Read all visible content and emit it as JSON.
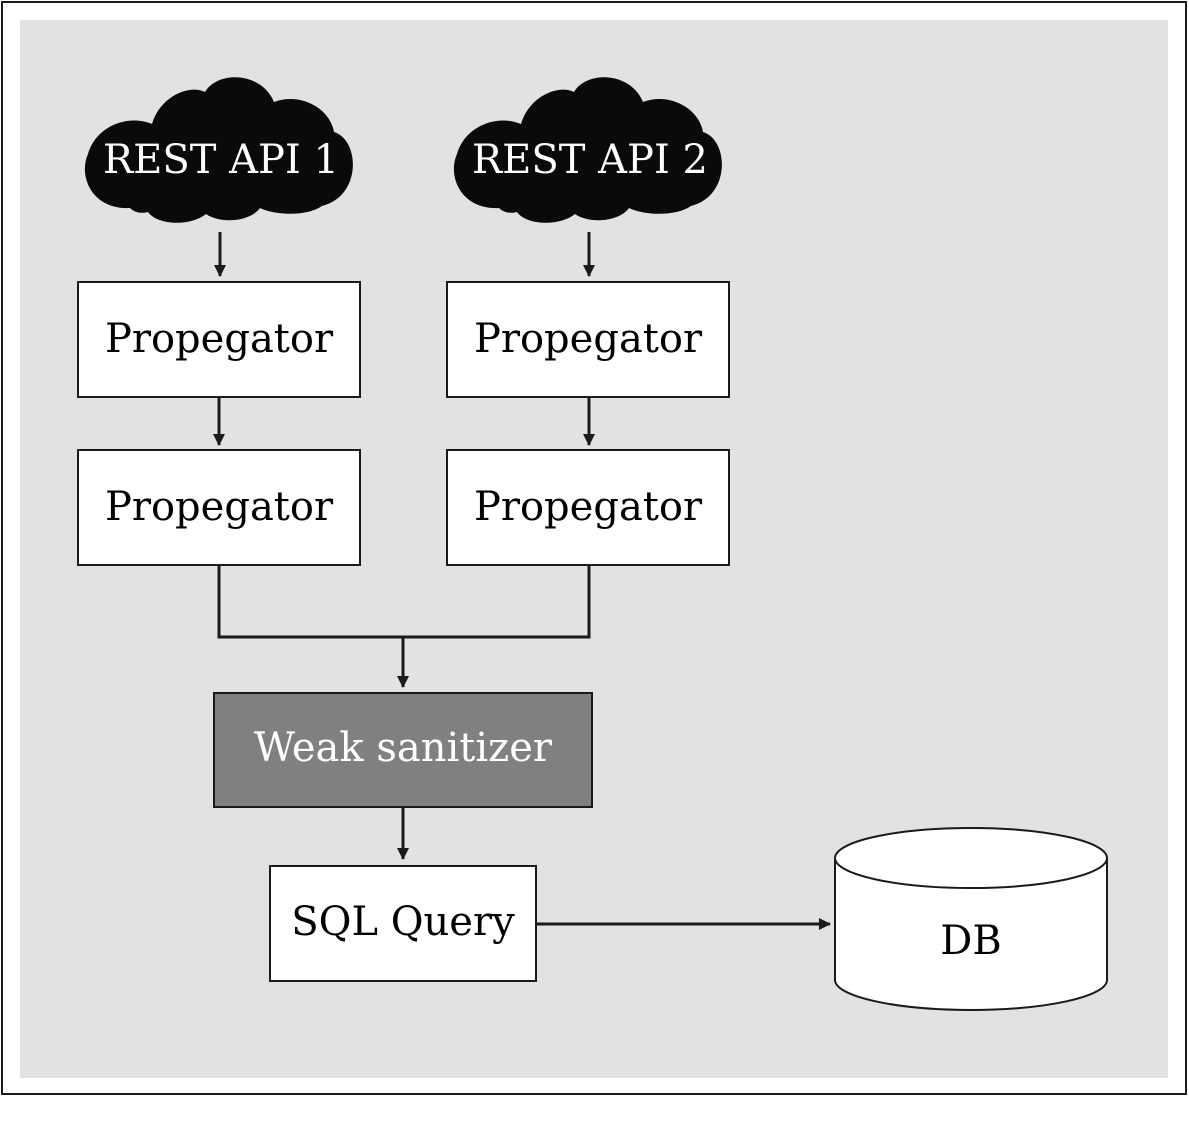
{
  "diagram": {
    "clouds": {
      "api1": "REST API 1",
      "api2": "REST API 2"
    },
    "boxes": {
      "prop_left_1": "Propegator",
      "prop_right_1": "Propegator",
      "prop_left_2": "Propegator",
      "prop_right_2": "Propegator",
      "sanitizer": "Weak sanitizer",
      "sql": "SQL Query"
    },
    "database": "DB",
    "colors": {
      "frame_background": "#e2e2e2",
      "cloud_fill": "#0a0a0a",
      "cloud_text": "#ffffff",
      "box_fill": "#ffffff",
      "sanitizer_fill": "#808080",
      "sanitizer_text": "#ffffff",
      "stroke": "#1a1a1a"
    }
  }
}
